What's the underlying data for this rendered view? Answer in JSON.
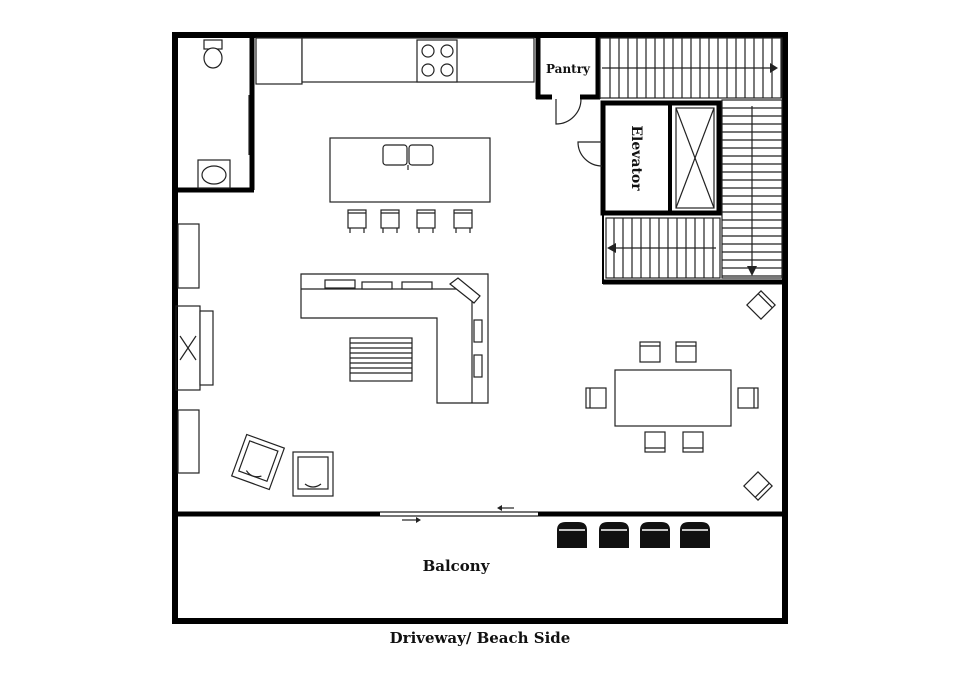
{
  "floorplan": {
    "rooms": {
      "pantry": "Pantry",
      "elevator": "Elevator",
      "balcony": "Balcony"
    },
    "orientation_label": "Driveway/ Beach Side",
    "colors": {
      "wall": "#000000",
      "line": "#222222",
      "background": "#ffffff"
    }
  }
}
